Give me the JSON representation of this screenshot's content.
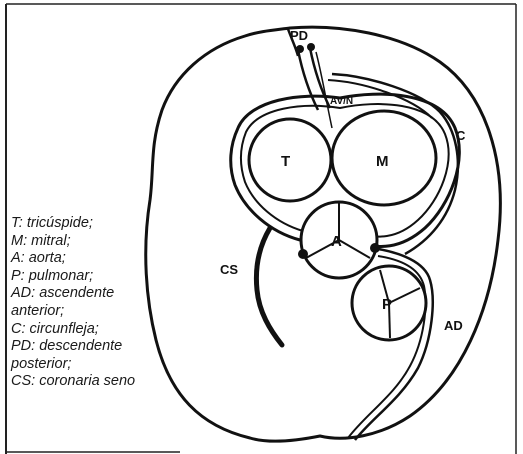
{
  "diagram": {
    "labels": {
      "pd": "PD",
      "av": "AV/N",
      "c": "C",
      "t": "T",
      "m": "M",
      "a": "A",
      "p": "P",
      "cs": "CS",
      "ad": "AD"
    }
  },
  "legend": [
    "T: tricúspide;",
    "M: mitral;",
    "A: aorta;",
    "P: pulmonar;",
    "AD: ascendente",
    "anterior;",
    "C: circunfleja;",
    "PD: descendente",
    "posterior;",
    "CS: coronaria seno"
  ]
}
